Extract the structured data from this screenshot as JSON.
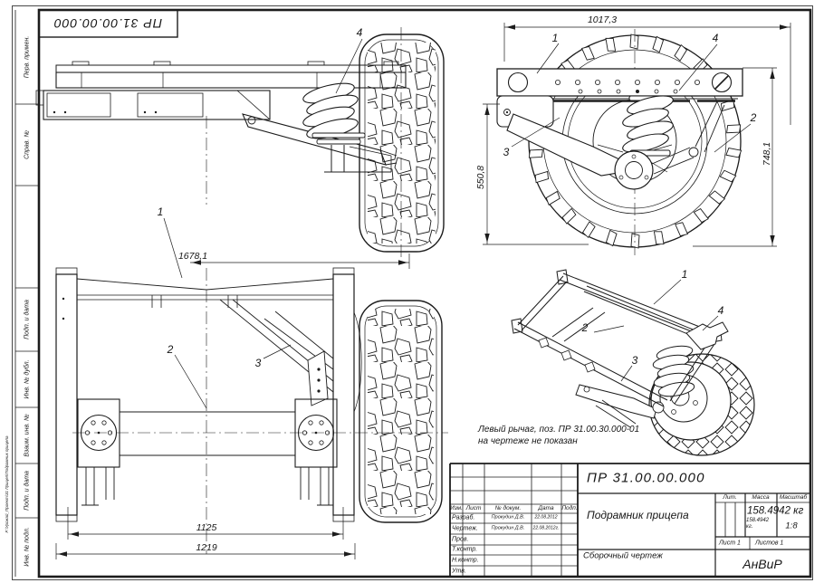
{
  "stamp": {
    "doc_number": "ПР 31.00.00.000"
  },
  "sidebar": {
    "labels": [
      "Перв. примен.",
      "Справ. №",
      "Подп. и дата",
      "Инв. № дубл.",
      "Взаим. инв. №",
      "Подп. и дата",
      "Инв. № подл."
    ],
    "file_path": "F:\\Урожай_Проект\\31 Прицеп\\Подрамник прицепа"
  },
  "views": {
    "side": {
      "dim_length": "1678,1",
      "callout_1": "1",
      "callout_4": "4"
    },
    "front": {
      "dim_width": "1017,3",
      "dim_height": "748,1",
      "dim_arm": "550,8",
      "callout_1": "1",
      "callout_2": "2",
      "callout_3": "3",
      "callout_4": "4"
    },
    "plan": {
      "dim_inner": "1125",
      "dim_outer": "1219",
      "callout_2": "2",
      "callout_3": "3"
    },
    "iso": {
      "callout_1": "1",
      "callout_2": "2",
      "callout_3": "3",
      "callout_4": "4"
    },
    "note_line1": "Левый рычаг, поз. ПР 31.00.30.000-01",
    "note_line2": "на чертеже не показан"
  },
  "title_block": {
    "doc_number": "ПР 31.00.00.000",
    "part_name": "Подрамник прицепа",
    "doc_type": "Сборочный чертеж",
    "company": "АнВиР",
    "lit_label": "Лит.",
    "mass_label": "Масса",
    "scale_label": "Масштаб",
    "mass_value": "158.4942 кг",
    "mass_value_small": "158.4942 кг.",
    "scale_value": "1:8",
    "sheet_info": "Лист 1",
    "sheets_info": "Листов 1",
    "col_izm": "Изм.",
    "col_list": "Лист",
    "col_doc": "№ докум.",
    "col_date": "Дата",
    "col_sign": "Подп.",
    "rows": [
      {
        "role": "Разраб.",
        "name": "Прокудин Д.В.",
        "date": "22.08.2012"
      },
      {
        "role": "Чертеж.",
        "name": "Прокудин Д.В.",
        "date": "22.08.2012г."
      },
      {
        "role": "Пров.",
        "name": "",
        "date": ""
      },
      {
        "role": "Т.контр.",
        "name": "",
        "date": ""
      },
      {
        "role": "Н.контр.",
        "name": "",
        "date": ""
      },
      {
        "role": "Утв.",
        "name": "",
        "date": ""
      }
    ]
  },
  "colors": {
    "ink": "#1c1c1c",
    "paper": "#ffffff"
  }
}
